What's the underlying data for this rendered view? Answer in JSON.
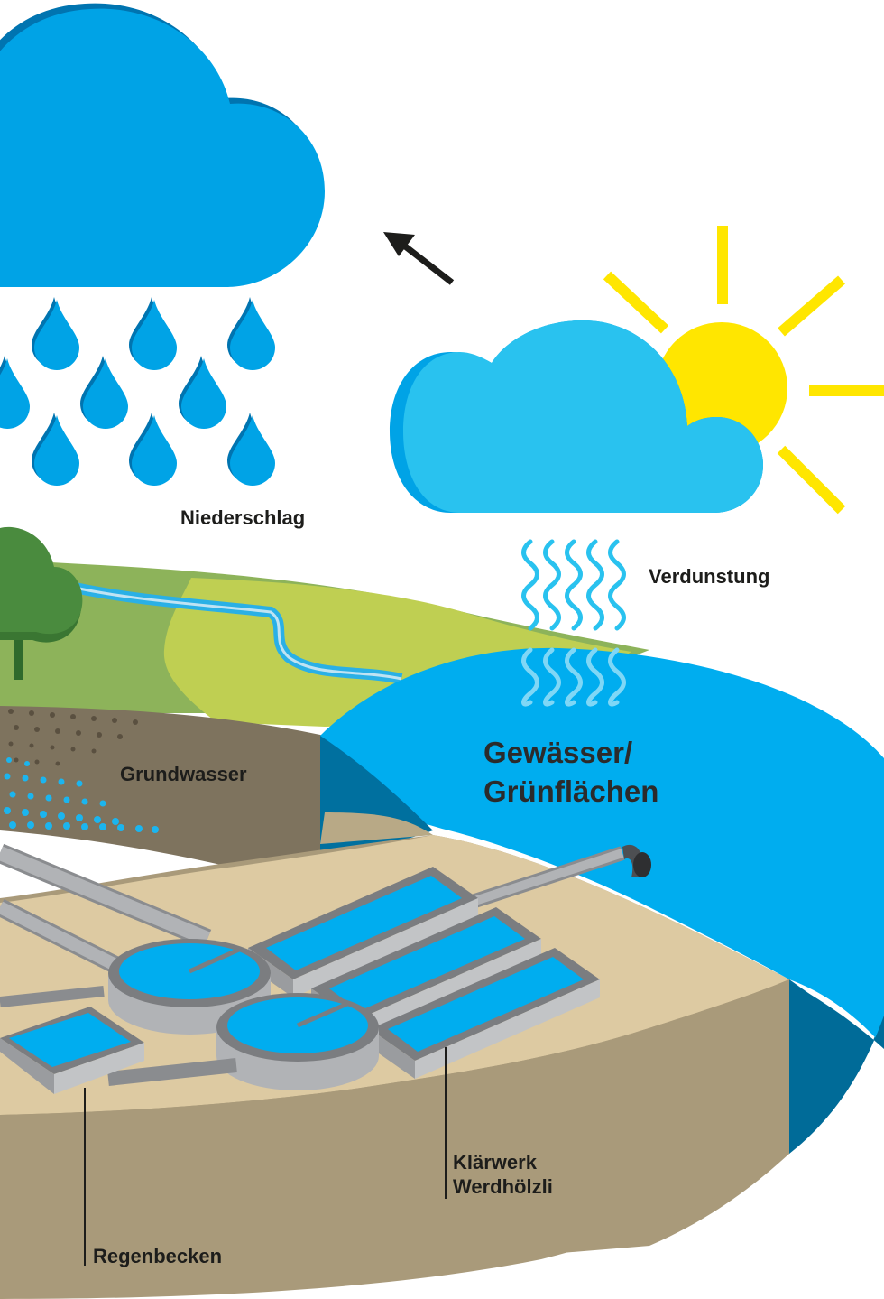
{
  "labels": {
    "niederschlag": "Niederschlag",
    "verdunstung": "Verdunstung",
    "gewaesser_line1": "Gewässer/",
    "gewaesser_line2": "Grünflächen",
    "grundwasser": "Grundwasser",
    "klaerwerk_line1": "Klärwerk",
    "klaerwerk_line2": "Werdhölzli",
    "regenbecken": "Regenbecken"
  },
  "icons": [
    "rain-cloud-icon",
    "raindrop-icon",
    "arrow-icon",
    "sun-icon",
    "evaporation-cloud-icon",
    "steam-icon",
    "tree-icon"
  ],
  "colors": {
    "rain_cloud": "#00a3e6",
    "evaporation_cloud": "#29c2ef",
    "sun": "#ffe600",
    "water": "#00adef",
    "water_dark": "#00709f",
    "meadow_dark": "#8db35a",
    "meadow_light": "#bfcf52",
    "soil": "#7e735e",
    "ground": "#ddcaa2",
    "ground_side": "#a99a7a",
    "concrete": "#b1b3b6",
    "tree": "#4a8b3e"
  }
}
